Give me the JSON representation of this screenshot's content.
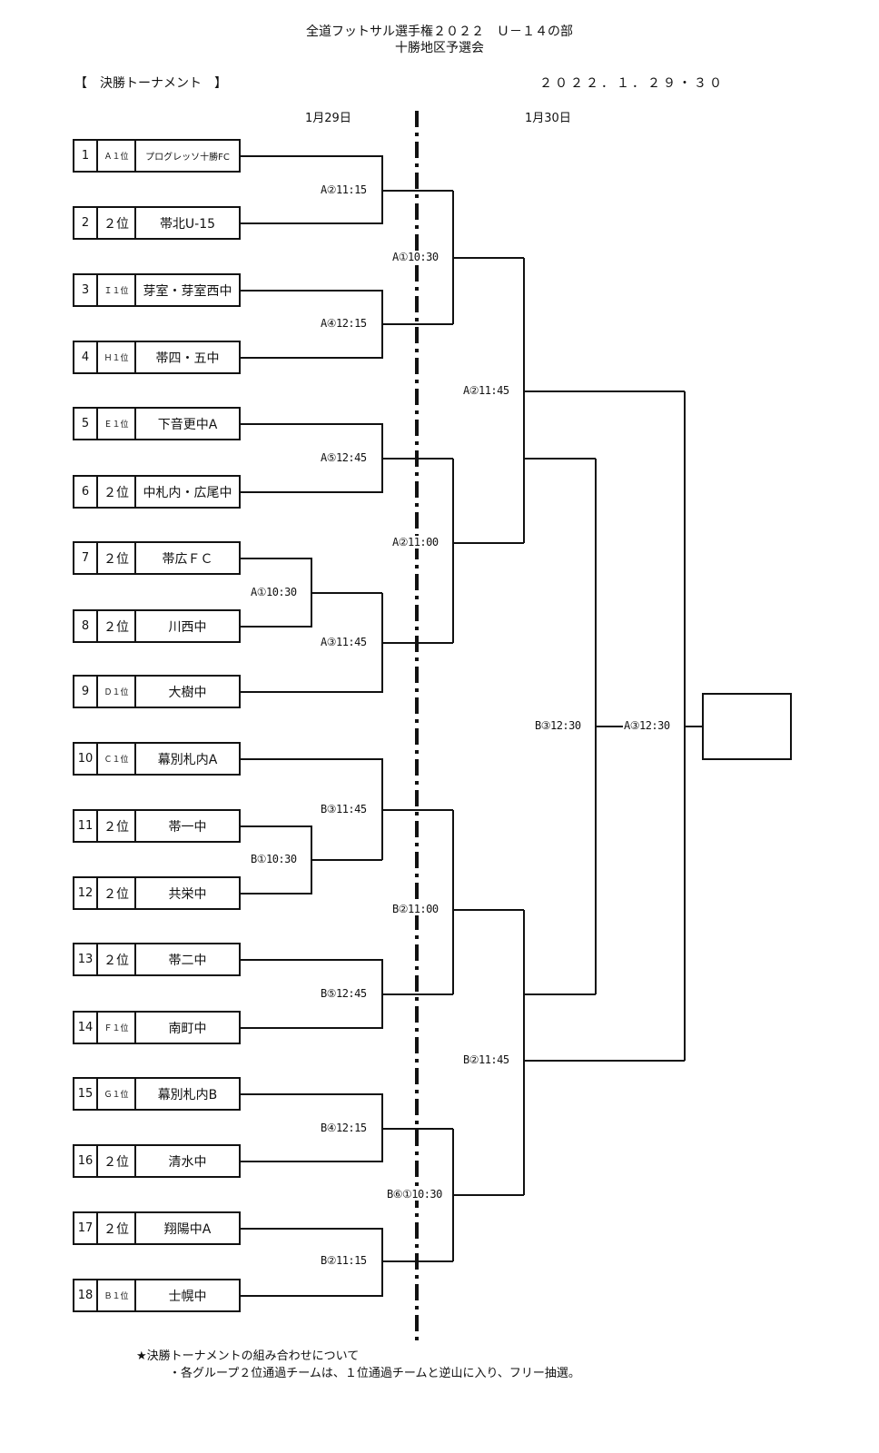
{
  "title": {
    "line1": "全道フットサル選手権２０２２　Ｕ－１４の部",
    "line2": "十勝地区予選会"
  },
  "section_label": "【　決勝トーナメント　】",
  "date_range": "２０２２．１．２９・３０",
  "days": {
    "day1": "1月29日",
    "day2": "1月30日"
  },
  "teams": [
    {
      "no": "1",
      "rank": "Ａ１位",
      "name": "プログレッソ十勝FC"
    },
    {
      "no": "2",
      "rank": "２位",
      "name": "帯北U-15"
    },
    {
      "no": "3",
      "rank": "Ｉ１位",
      "name": "芽室・芽室西中"
    },
    {
      "no": "4",
      "rank": "Ｈ１位",
      "name": "帯四・五中"
    },
    {
      "no": "5",
      "rank": "Ｅ１位",
      "name": "下音更中A"
    },
    {
      "no": "6",
      "rank": "２位",
      "name": "中札内・広尾中"
    },
    {
      "no": "7",
      "rank": "２位",
      "name": "帯広ＦＣ"
    },
    {
      "no": "8",
      "rank": "２位",
      "name": "川西中"
    },
    {
      "no": "9",
      "rank": "Ｄ１位",
      "name": "大樹中"
    },
    {
      "no": "10",
      "rank": "Ｃ１位",
      "name": "幕別札内A"
    },
    {
      "no": "11",
      "rank": "２位",
      "name": "帯一中"
    },
    {
      "no": "12",
      "rank": "２位",
      "name": "共栄中"
    },
    {
      "no": "13",
      "rank": "２位",
      "name": "帯二中"
    },
    {
      "no": "14",
      "rank": "Ｆ１位",
      "name": "南町中"
    },
    {
      "no": "15",
      "rank": "Ｇ１位",
      "name": "幕別札内B"
    },
    {
      "no": "16",
      "rank": "２位",
      "name": "清水中"
    },
    {
      "no": "17",
      "rank": "２位",
      "name": "翔陽中A"
    },
    {
      "no": "18",
      "rank": "Ｂ１位",
      "name": "士幌中"
    }
  ],
  "matches": {
    "m_1_2": "A②11:15",
    "m_3_4": "A④12:15",
    "m_5_6": "A⑤12:45",
    "m_7_8": "A①10:30",
    "m_78_9": "A③11:45",
    "m_10_1112": "B③11:45",
    "m_11_12": "B①10:30",
    "m_13_14": "B⑤12:45",
    "m_15_16": "B④12:15",
    "m_17_18": "B②11:15",
    "qf_top1": "A①10:30",
    "qf_top2": "A②11:00",
    "qf_bot1": "B②11:00",
    "qf_bot2": "B⑥①10:30",
    "sf_top": "A②11:45",
    "sf_bot": "B②11:45",
    "third_place": "B③12:30",
    "final": "A③12:30"
  },
  "notes": {
    "heading": "★決勝トーナメントの組み合わせについて",
    "line1": "・各グループ２位通過チームは、１位通過チームと逆山に入り、フリー抽選。"
  }
}
